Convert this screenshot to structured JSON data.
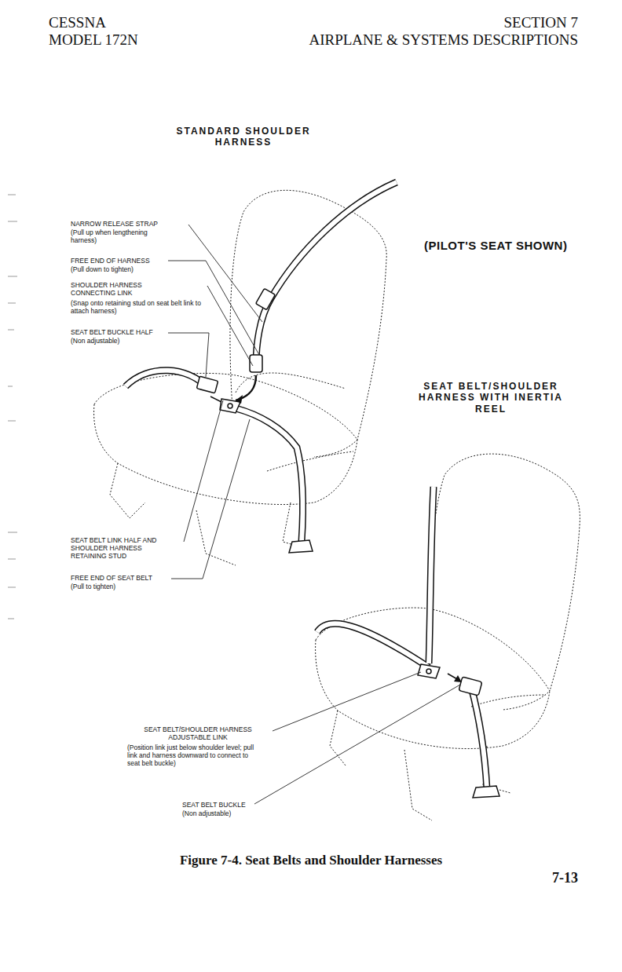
{
  "diagram": {
    "caption": "Figure 7-4. Seat Belts and Shoulder Harnesses",
    "labels": [
      "CESSNA",
      "MODEL 172N",
      "SECTION 7",
      "AIRPLANE & SYSTEMS DESCRIPTIONS",
      "STANDARD SHOULDER HARNESS",
      "NARROW RELEASE STRAP",
      "(Pull up when lengthening harness)",
      "FREE END OF HARNESS",
      "(Pull down to tighten)",
      "SHOULDER HARNESS CONNECTING LINK",
      "(Snap onto retaining stud on seat belt link to attach harness)",
      "SEAT BELT BUCKLE HALF",
      "(Non adjustable)",
      "(PILOT'S SEAT SHOWN)",
      "SEAT BELT/SHOULDER HARNESS WITH INERTIA REEL",
      "SEAT BELT LINK HALF AND SHOULDER HARNESS RETAINING STUD",
      "FREE END OF SEAT BELT",
      "(Pull to tighten)",
      "SEAT BELT/SHOULDER HARNESS ADJUSTABLE LINK",
      "(Position link just below shoulder level; pull link and harness downward to connect to seat belt buckle)",
      "SEAT BELT BUCKLE",
      "(Non adjustable)",
      "7-13"
    ]
  }
}
